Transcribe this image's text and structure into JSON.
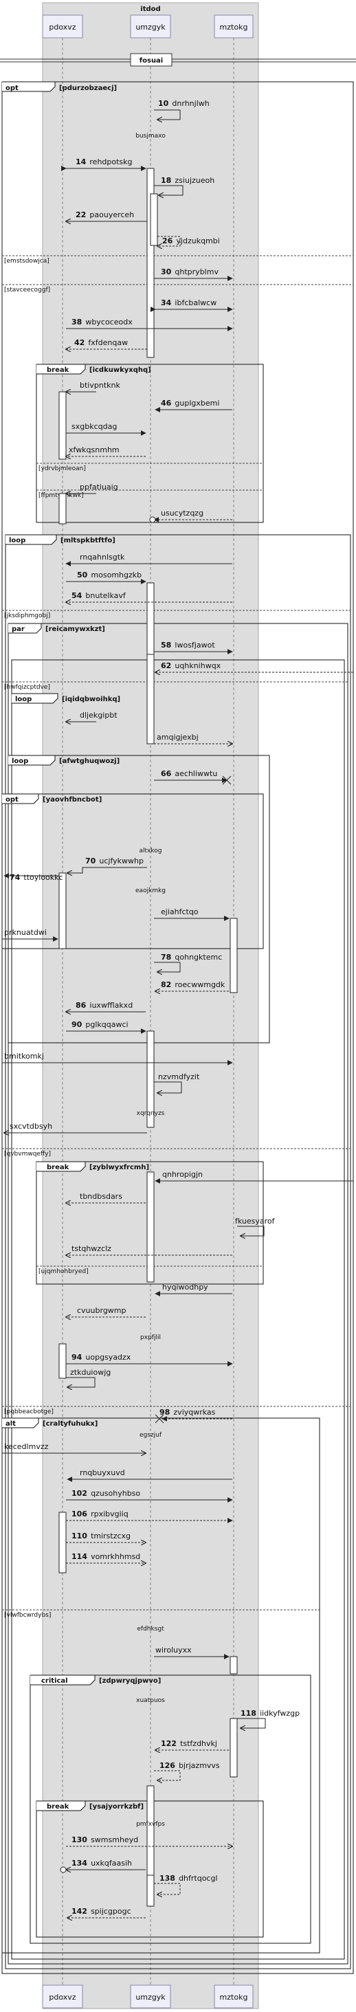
{
  "box": {
    "title": "itdod"
  },
  "participants": [
    {
      "id": "pdoxvz",
      "label": "pdoxvz"
    },
    {
      "id": "umzgyk",
      "label": "umzgyk"
    },
    {
      "id": "mztokg",
      "label": "mztokg"
    }
  ],
  "divider": {
    "label": "fosuai"
  },
  "frames": [
    {
      "tag": "opt",
      "cond": "[pdurzobzaecj]"
    },
    {
      "tag": "break",
      "cond": "[icdkuwkyxqhq]"
    },
    {
      "tag": "loop",
      "cond": "[mltspkbtftfo]"
    },
    {
      "tag": "par",
      "cond": "[reicamywxkzt]"
    },
    {
      "tag": "loop",
      "cond": "[iqidqbwoihkq]"
    },
    {
      "tag": "loop",
      "cond": "[afwtghuqwozj]"
    },
    {
      "tag": "opt",
      "cond": "[yaovhfbncbot]"
    },
    {
      "tag": "break",
      "cond": "[zyblwyxfrcmh]"
    },
    {
      "tag": "alt",
      "cond": "[craltyfuhukx]"
    },
    {
      "tag": "critical",
      "cond": "[zdpwryqjpwvo]"
    },
    {
      "tag": "break",
      "cond": "[ysajyorrkzbf]"
    }
  ],
  "sections": [
    {
      "label": "[emstsdowjca]"
    },
    {
      "label": "[stavceecoggf]"
    },
    {
      "label": "[ydrvbjmleoan]"
    },
    {
      "label": "[ffpmtyjmkwk]"
    },
    {
      "label": "[jksdiphmgobj]"
    },
    {
      "label": "[hwfqizcptdve]"
    },
    {
      "label": "[qvbvmwqeffy]"
    },
    {
      "label": "[ujqmhohbryed]"
    },
    {
      "label": "[pqbbeacbotge]"
    },
    {
      "label": "[vlwfbcwrdybs]"
    }
  ],
  "notes": [
    {
      "text": "busjmaxo"
    },
    {
      "text": "altxkog"
    },
    {
      "text": "eaojkmkg"
    },
    {
      "text": "xqrqnyzs"
    },
    {
      "text": "pxpfjlil"
    },
    {
      "text": "egszjuf"
    },
    {
      "text": "efdhksgt"
    },
    {
      "text": "xuatpuos"
    },
    {
      "text": "pmfxvfps"
    }
  ],
  "messages": [
    {
      "num": "10",
      "text": "dnrhnjlwh"
    },
    {
      "num": "14",
      "text": "rehdpotskg"
    },
    {
      "num": "18",
      "text": "zsiujzueoh"
    },
    {
      "num": "22",
      "text": "paouyerceh"
    },
    {
      "num": "26",
      "text": "yjdzukqmbi"
    },
    {
      "num": "30",
      "text": "qhtpryblmv"
    },
    {
      "num": "34",
      "text": "ibfcbalwcw"
    },
    {
      "num": "38",
      "text": "wbycoceodx"
    },
    {
      "num": "42",
      "text": "fxfdenqaw"
    },
    {
      "num": "",
      "text": "btivpntknk"
    },
    {
      "num": "46",
      "text": "guplgxbemi"
    },
    {
      "num": "",
      "text": "sxgbkcqdag"
    },
    {
      "num": "",
      "text": "xfwkqsnmhm"
    },
    {
      "num": "",
      "text": "ppfatiuaig"
    },
    {
      "num": "",
      "text": "usucytzqzg"
    },
    {
      "num": "",
      "text": "rnqahnlsgtk"
    },
    {
      "num": "50",
      "text": "mosomhgzkb"
    },
    {
      "num": "54",
      "text": "bnutelkavf"
    },
    {
      "num": "58",
      "text": "lwosfjawot"
    },
    {
      "num": "62",
      "text": "uqhknihwqx"
    },
    {
      "num": "",
      "text": "dljekgipbt"
    },
    {
      "num": "",
      "text": "amqigjexbj"
    },
    {
      "num": "66",
      "text": "aechliwwtu"
    },
    {
      "num": "70",
      "text": "ucjfykwwhp"
    },
    {
      "num": "74",
      "text": "ttoylookkc"
    },
    {
      "num": "",
      "text": "ejiahfctqo"
    },
    {
      "num": "",
      "text": "prknuatdwi"
    },
    {
      "num": "78",
      "text": "qohngktemc"
    },
    {
      "num": "82",
      "text": "roecwwmgdk"
    },
    {
      "num": "86",
      "text": "iuxwfflakxd"
    },
    {
      "num": "90",
      "text": "pglkqqawci"
    },
    {
      "num": "",
      "text": "bmitkomkj"
    },
    {
      "num": "",
      "text": "nzvmdfyzit"
    },
    {
      "num": "",
      "text": "sxcvtdbsyh"
    },
    {
      "num": "",
      "text": "qnhropigjn"
    },
    {
      "num": "",
      "text": "tbndbsdars"
    },
    {
      "num": "",
      "text": "fkuesyarof"
    },
    {
      "num": "",
      "text": "tstqhwzclz"
    },
    {
      "num": "",
      "text": "hyqiwodhpy"
    },
    {
      "num": "",
      "text": "cvuubrgwmp"
    },
    {
      "num": "94",
      "text": "uopgsyadzx"
    },
    {
      "num": "",
      "text": "ztkduiowjg"
    },
    {
      "num": "98",
      "text": "zviyqwrkas"
    },
    {
      "num": "",
      "text": "kecedlmvzz"
    },
    {
      "num": "",
      "text": "rnqbuyxuvd"
    },
    {
      "num": "102",
      "text": "qzusohyhbso"
    },
    {
      "num": "106",
      "text": "rpxibvgiiq"
    },
    {
      "num": "110",
      "text": "tmirstzcxg"
    },
    {
      "num": "114",
      "text": "vomrkhhmsd"
    },
    {
      "num": "",
      "text": "wiroluyxx"
    },
    {
      "num": "118",
      "text": "iidkyfwzgp"
    },
    {
      "num": "122",
      "text": "tstfzdhvkj"
    },
    {
      "num": "126",
      "text": "bjrjazmvvs"
    },
    {
      "num": "130",
      "text": "swmsmheyd"
    },
    {
      "num": "134",
      "text": "uxkqfaasih"
    },
    {
      "num": "138",
      "text": "dhfrtqocgl"
    },
    {
      "num": "142",
      "text": "spijcgpogc"
    }
  ]
}
